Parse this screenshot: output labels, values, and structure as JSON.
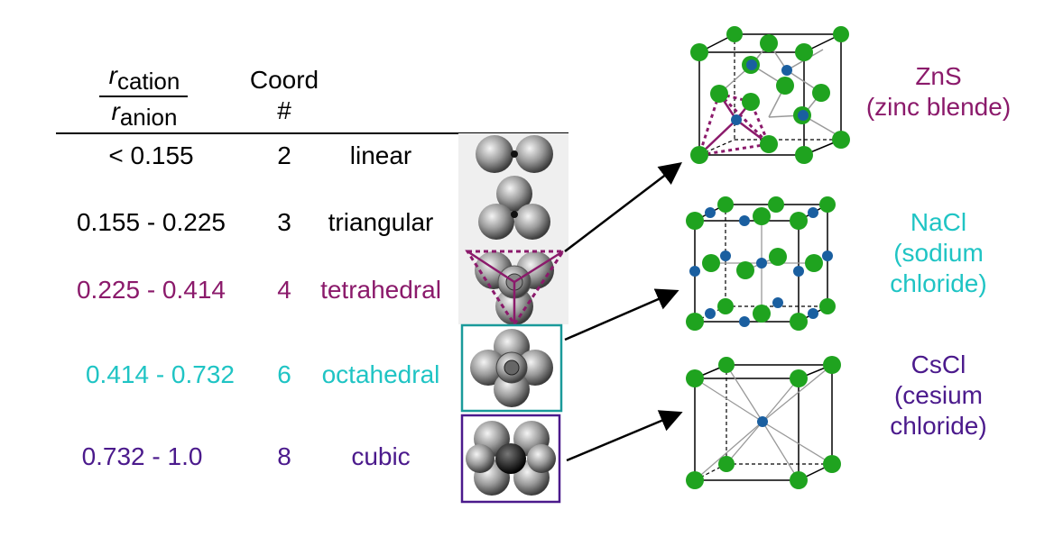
{
  "header": {
    "ratio_numerator_r": "r",
    "ratio_numerator_sub": "cation",
    "ratio_denominator_r": "r",
    "ratio_denominator_sub": "anion",
    "coord_line1": "Coord",
    "coord_line2": "#"
  },
  "rows": [
    {
      "ratio": "< 0.155",
      "coord": "2",
      "geometry": "linear",
      "color": "#000000"
    },
    {
      "ratio": "0.155 - 0.225",
      "coord": "3",
      "geometry": "triangular",
      "color": "#000000"
    },
    {
      "ratio": "0.225 - 0.414",
      "coord": "4",
      "geometry": "tetrahedral",
      "color": "#8B1A6B"
    },
    {
      "ratio": "0.414 - 0.732",
      "coord": "6",
      "geometry": "octahedral",
      "color": "#1FC4C4"
    },
    {
      "ratio": "0.732 - 1.0",
      "coord": "8",
      "geometry": "cubic",
      "color": "#4B1A8C"
    }
  ],
  "compounds": [
    {
      "line1": "ZnS",
      "line2": "(zinc blende)",
      "line3": "",
      "color": "#8B1A6B"
    },
    {
      "line1": "NaCl",
      "line2": "(sodium",
      "line3": "chloride)",
      "color": "#1FC4C4"
    },
    {
      "line1": "CsCl",
      "line2": "(cesium",
      "line3": "chloride)",
      "color": "#4B1A8C"
    }
  ],
  "colors": {
    "anion": "#1FA31F",
    "cation": "#1A5FA0",
    "octahedral_box": "#1A9A9A",
    "cubic_box": "#4B1A8C",
    "tetra_lines": "#8B1A6B",
    "sphere_panel_bg": "#EFEFEF"
  }
}
